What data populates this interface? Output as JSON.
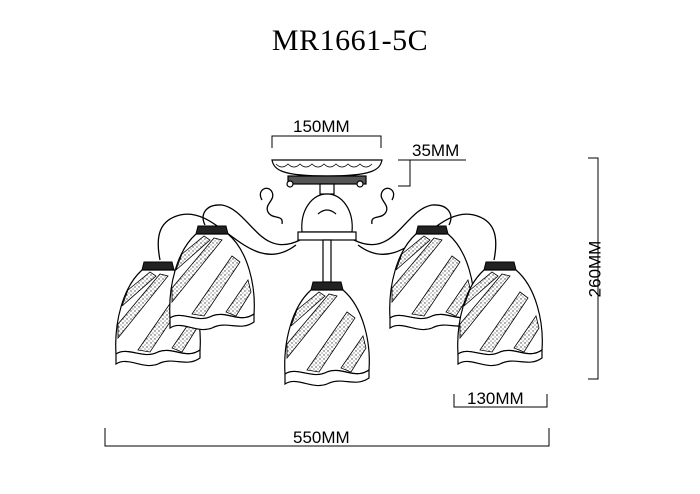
{
  "title": "MR1661-5C",
  "dimensions": {
    "canopy_width": "150MM",
    "canopy_height": "35MM",
    "total_height": "260MM",
    "shade_width": "130MM",
    "total_width": "550MM"
  },
  "drawing": {
    "subject": "5-arm ceiling chandelier with striped tulip glass shades",
    "shade_count": 5,
    "line_color": "#000000",
    "background": "#ffffff"
  }
}
